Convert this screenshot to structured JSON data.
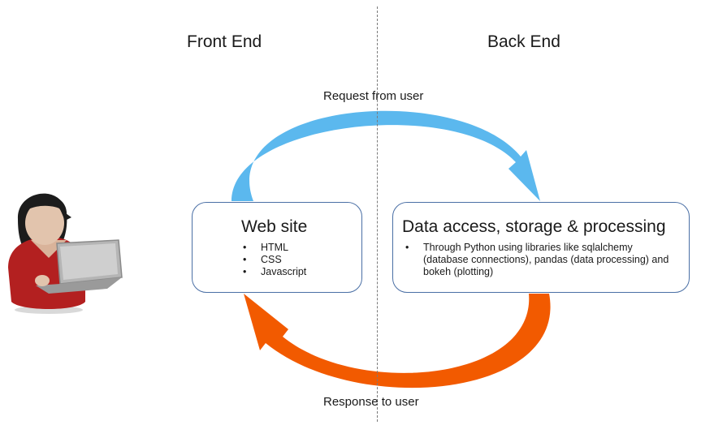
{
  "sections": {
    "front_end": "Front End",
    "back_end": "Back End"
  },
  "flows": {
    "request": "Request from user",
    "response": "Response to user"
  },
  "boxes": {
    "website": {
      "title": "Web site",
      "bullets": [
        "HTML",
        "CSS",
        "Javascript"
      ]
    },
    "backend": {
      "title": "Data access, storage & processing",
      "bullets": [
        "Through Python using libraries like sqlalchemy (database connections), pandas (data processing) and bokeh (plotting)"
      ]
    }
  },
  "colors": {
    "request_arrow": "#5bb8ee",
    "response_arrow": "#f25a00",
    "box_border": "#4a6fa5"
  },
  "icons": {
    "user": "user-with-laptop-icon"
  }
}
